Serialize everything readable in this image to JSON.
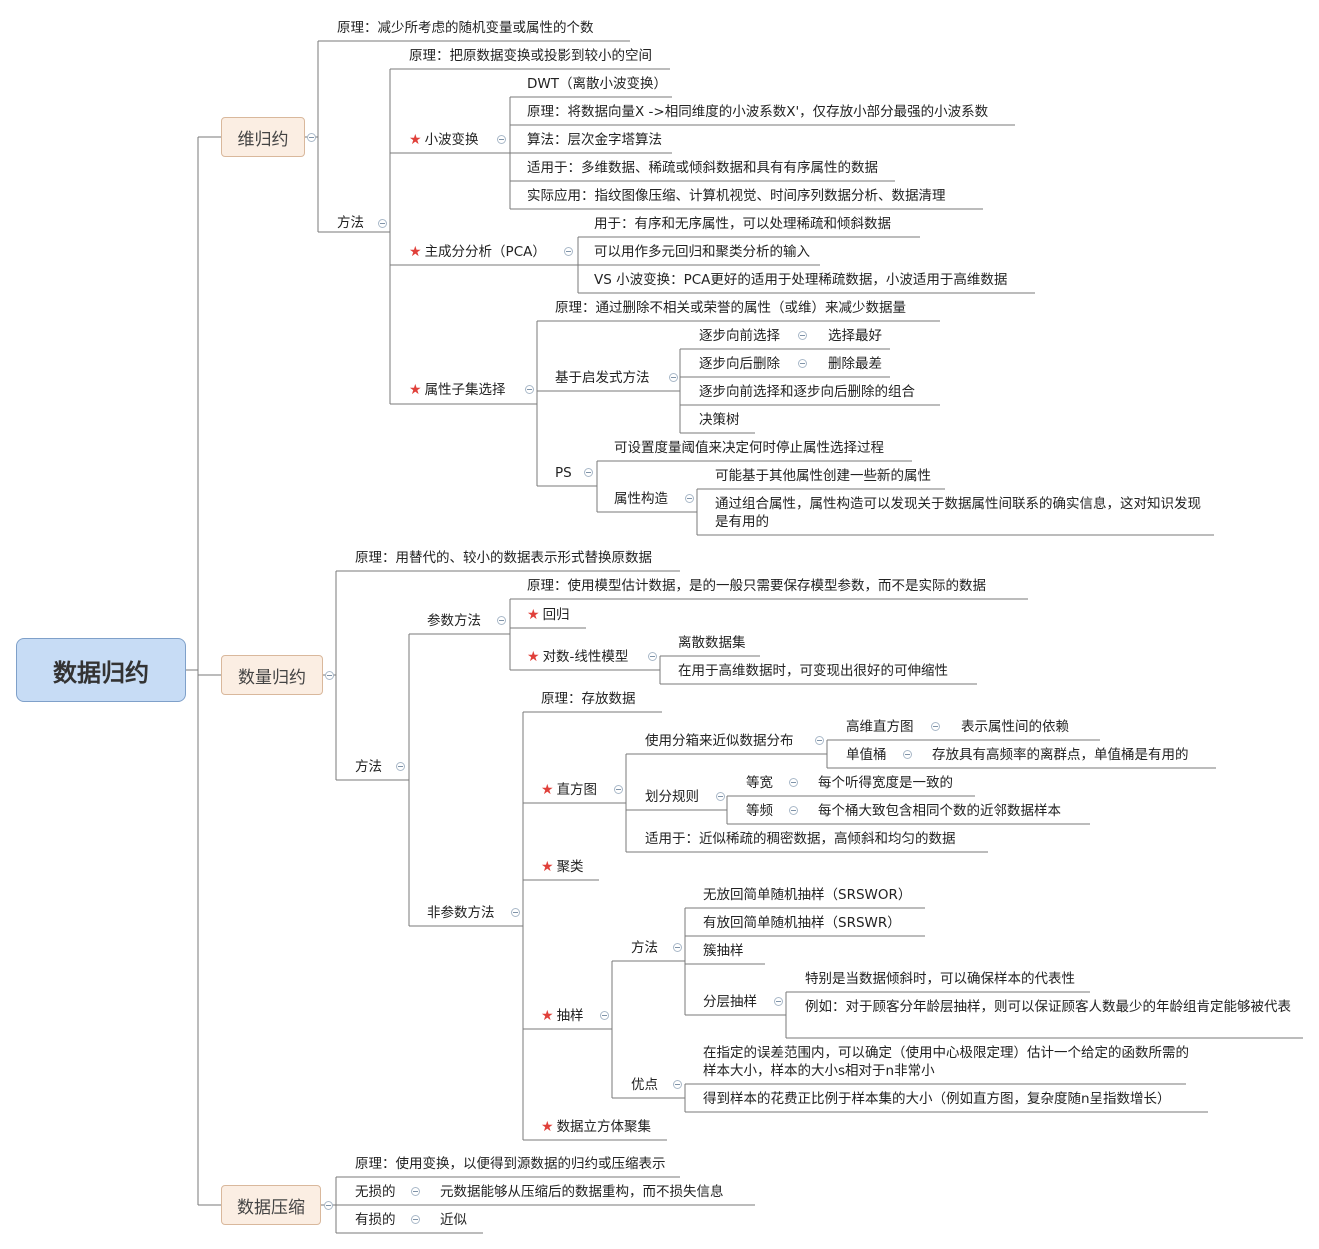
{
  "root": "数据归约",
  "main": {
    "dim": "维归约",
    "num": "数量归约",
    "comp": "数据压缩"
  },
  "dim": {
    "principle": "原理：减少所考虑的随机变量或属性的个数",
    "method": "方法",
    "method_principle": "原理：把原数据变换或投影到较小的空间",
    "wavelet": {
      "label": "小波变换",
      "items": [
        "DWT（离散小波变换）",
        "原理：将数据向量X ->相同维度的小波系数X'，仅存放小部分最强的小波系数",
        "算法：层次金字塔算法",
        "适用于：多维数据、稀疏或倾斜数据和具有有序属性的数据",
        "实际应用：指纹图像压缩、计算机视觉、时间序列数据分析、数据清理"
      ]
    },
    "pca": {
      "label": "主成分分析（PCA）",
      "items": [
        "用于：有序和无序属性，可以处理稀疏和倾斜数据",
        "可以用作多元回归和聚类分析的输入",
        "VS 小波变换：PCA更好的适用于处理稀疏数据，小波适用于高维数据"
      ]
    },
    "subset": {
      "label": "属性子集选择",
      "principle": "原理：通过删除不相关或荣誉的属性（或维）来减少数据量",
      "heuristic": "基于启发式方法",
      "h_items": [
        {
          "label": "逐步向前选择",
          "note": "选择最好"
        },
        {
          "label": "逐步向后删除",
          "note": "删除最差"
        },
        {
          "label": "逐步向前选择和逐步向后删除的组合"
        },
        {
          "label": "决策树"
        }
      ],
      "ps": "PS",
      "ps_threshold": "可设置度量阈值来决定何时停止属性选择过程",
      "construct": "属性构造",
      "construct_items": [
        "可能基于其他属性创建一些新的属性",
        "通过组合属性，属性构造可以发现关于数据属性间联系的确实信息，这对知识发现是有用的"
      ]
    }
  },
  "num": {
    "principle": "原理：用替代的、较小的数据表示形式替换原数据",
    "method": "方法",
    "param": {
      "label": "参数方法",
      "principle": "原理：使用模型估计数据，是的一般只需要保存模型参数，而不是实际的数据",
      "regression": "回归",
      "loglinear": "对数-线性模型",
      "loglinear_items": [
        "离散数据集",
        "在用于高维数据时，可变现出很好的可伸缩性"
      ]
    },
    "nonparam": {
      "label": "非参数方法",
      "principle": "原理：存放数据",
      "histogram": {
        "label": "直方图",
        "binning": "使用分箱来近似数据分布",
        "multi": "高维直方图",
        "multi_note": "表示属性间的依赖",
        "single": "单值桶",
        "single_note": "存放具有高频率的离群点，单值桶是有用的",
        "rule": "划分规则",
        "equal_width": "等宽",
        "equal_width_note": "每个听得宽度是一致的",
        "equal_freq": "等频",
        "equal_freq_note": "每个桶大致包含相同个数的近邻数据样本",
        "apply": "适用于：近似稀疏的稠密数据，高倾斜和均匀的数据"
      },
      "cluster": "聚类",
      "sampling": {
        "label": "抽样",
        "method": "方法",
        "m_items": [
          "无放回简单随机抽样（SRSWOR）",
          "有放回简单随机抽样（SRSWR）",
          "簇抽样"
        ],
        "stratified": "分层抽样",
        "stratified_items": [
          "特别是当数据倾斜时，可以确保样本的代表性",
          "例如：对于顾客分年龄层抽样，则可以保证顾客人数最少的年龄组肯定能够被代表"
        ],
        "advantage": "优点",
        "a_items": [
          "在指定的误差范围内，可以确定（使用中心极限定理）估计一个给定的函数所需的样本大小，样本的大小s相对于n非常小",
          "得到样本的花费正比例于样本集的大小（例如直方图，复杂度随n呈指数增长）"
        ]
      },
      "cube": "数据立方体聚集"
    }
  },
  "comp": {
    "principle": "原理：使用变换，以便得到源数据的归约或压缩表示",
    "lossless": "无损的",
    "lossless_note": "元数据能够从压缩后的数据重构，而不损失信息",
    "lossy": "有损的",
    "lossy_note": "近似"
  },
  "colors": {
    "line": "#7a7a7a",
    "root_fill": "#c7dcf5",
    "main_fill": "#fbeee3",
    "star": "#e0403a"
  }
}
